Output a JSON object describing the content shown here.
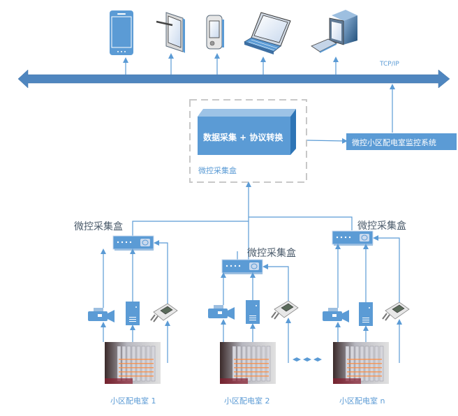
{
  "network": {
    "protocol_label": "TCP/IP"
  },
  "client_devices": [
    {
      "name": "smartphone"
    },
    {
      "name": "tablet-with-stylus"
    },
    {
      "name": "pda"
    },
    {
      "name": "laptop"
    },
    {
      "name": "desktop-computer"
    }
  ],
  "gateway": {
    "core_label": "数据采集 + 协议转换",
    "container_label": "微控采集盒"
  },
  "monitoring_system": {
    "label": "微控小区配电室监控系统"
  },
  "substations": [
    {
      "collector_label": "微控采集盒",
      "room_label": "小区配电室 1",
      "devices": [
        "video-camera",
        "server-tower",
        "temperature-humidity-sensor"
      ]
    },
    {
      "collector_label": "微控采集盒",
      "room_label": "小区配电室 2",
      "devices": [
        "video-camera",
        "server-tower",
        "temperature-humidity-sensor"
      ]
    },
    {
      "collector_label": "微控采集盒",
      "room_label": "小区配电室 n",
      "devices": [
        "video-camera",
        "server-tower",
        "temperature-humidity-sensor"
      ]
    }
  ],
  "colors": {
    "accent": "#5b9bd5",
    "bus": "#4f86bf",
    "dash_border": "#c8c8c8",
    "core_box": "#5b9bd5",
    "core_box_top": "#9dc3e6",
    "core_box_side": "#2e75b6"
  }
}
